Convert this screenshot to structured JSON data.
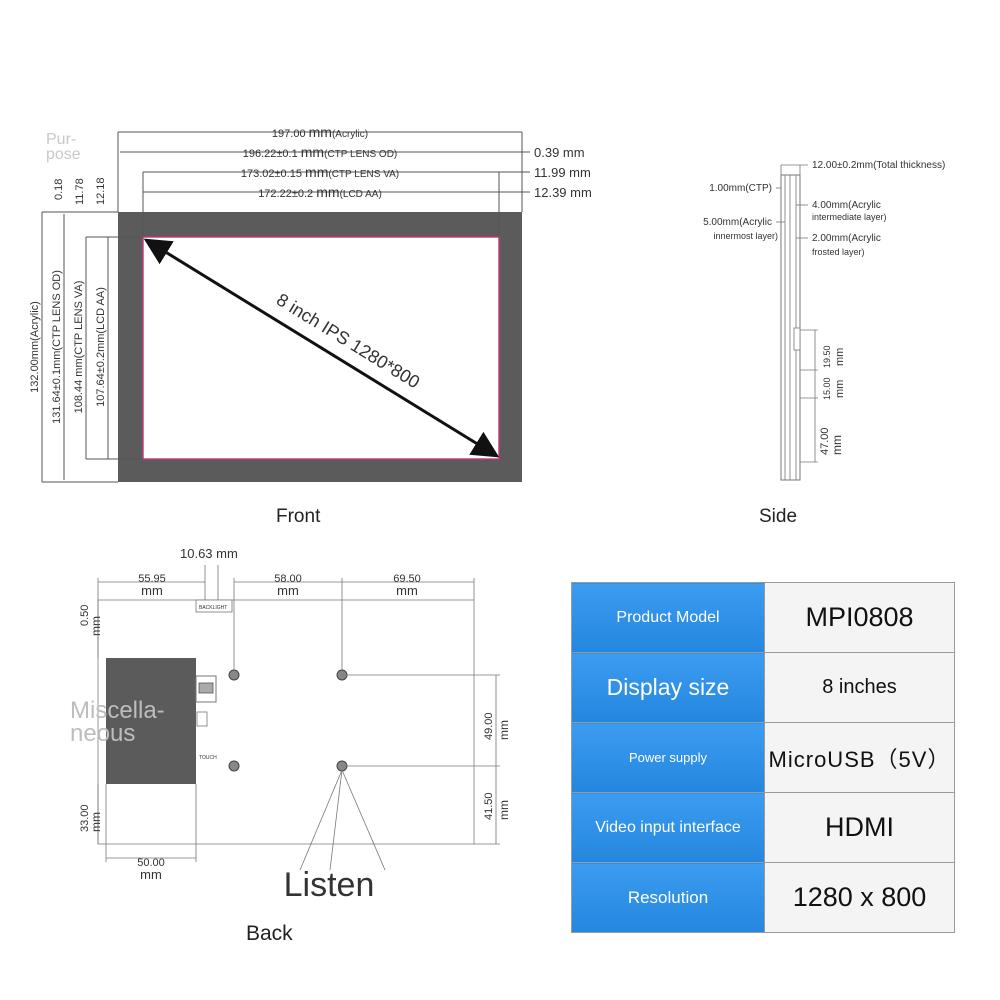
{
  "front": {
    "caption": "Front",
    "diagonal_label": "8 inch IPS 1280*800",
    "top_dims": [
      {
        "value": "197.00",
        "unit": "mm",
        "note": "(Acrylic)"
      },
      {
        "value": "196.22±0.1",
        "unit": "mm",
        "note": "(CTP LENS OD)"
      },
      {
        "value": "173.02±0.15",
        "unit": "mm",
        "note": "(CTP LENS VA)"
      },
      {
        "value": "172.22±0.2",
        "unit": "mm",
        "note": "(LCD AA)"
      }
    ],
    "right_dims": [
      "0.39 mm",
      "11.99 mm",
      "12.39 mm"
    ],
    "small_vertical": [
      "0.18",
      "11.78",
      "12.18"
    ],
    "left_dims": [
      "132.00mm(Acrylic)",
      "131.64±0.1mm(CTP LENS OD)",
      "108.44 mm(CTP LENS VA)",
      "107.64±0.2mm(LCD AA)"
    ]
  },
  "side": {
    "caption": "Side",
    "total": "12.00±0.2mm(Total thickness)",
    "ctp": "1.00mm(CTP)",
    "inter_1": "4.00mm(Acrylic",
    "inter_2": "intermediate layer)",
    "inner_1": "5.00mm(Acrylic",
    "inner_2": "innermost layer)",
    "frost_1": "2.00mm(Acrylic",
    "frost_2": "frosted layer)",
    "v1": "19.50",
    "v2": "15.00",
    "v3": "47.00",
    "unit": "mm"
  },
  "back": {
    "caption": "Back",
    "top_offset": "10.63 mm",
    "h_dims": [
      "55.95",
      "58.00",
      "69.50"
    ],
    "unit": "mm",
    "backlight": "BACKLIGHT",
    "touch": "TOUCH",
    "left_top": "0.50",
    "left_bottom": "33.00",
    "right_a": "49.00",
    "right_b": "41.50",
    "bottom": "50.00",
    "listen": "Listen"
  },
  "watermarks": {
    "purpose_1": "Pur-",
    "purpose_2": "pose",
    "misc_1": "Miscella-",
    "misc_2": "neous"
  },
  "specs": [
    {
      "key": "Product Model",
      "value": "MPI0808"
    },
    {
      "key": "Display size",
      "value": "8 inches"
    },
    {
      "key": "Power supply",
      "value": "MicroUSB（5V）"
    },
    {
      "key": "Video input interface",
      "value": "HDMI"
    },
    {
      "key": "Resolution",
      "value": "1280 x 800"
    }
  ]
}
